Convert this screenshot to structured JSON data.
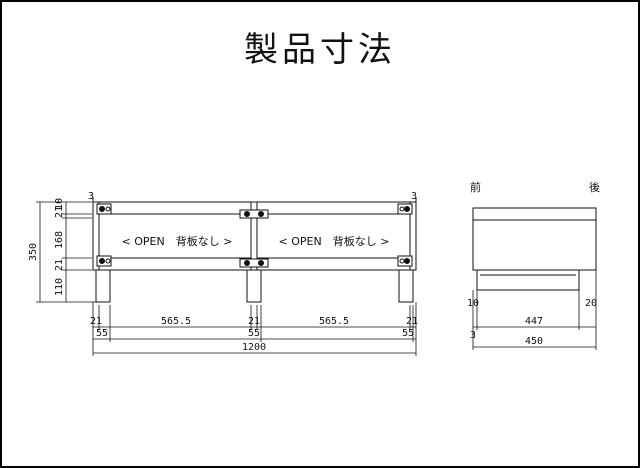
{
  "title": "製品寸法",
  "front_view": {
    "compartment_labels": [
      "< OPEN　背板なし >",
      "< OPEN　背板なし >"
    ],
    "top_dims": {
      "left": "3",
      "right": "3"
    },
    "height_dims": {
      "total": "350",
      "top": "21",
      "top_gap": "10",
      "interior": "168",
      "bottom_gap": "21",
      "legs": "110"
    },
    "width_dims": {
      "wall1": "21",
      "span1": "565.5",
      "wall2": "21",
      "span2": "565.5",
      "wall3": "21",
      "leg1": "55",
      "leg2": "55",
      "leg3": "55",
      "total": "1200"
    }
  },
  "side_view": {
    "front_label": "前",
    "back_label": "後",
    "dims": {
      "left_offset": "10",
      "right_offset": "20",
      "inner_depth": "447",
      "gap": "3",
      "total_depth": "450"
    }
  }
}
